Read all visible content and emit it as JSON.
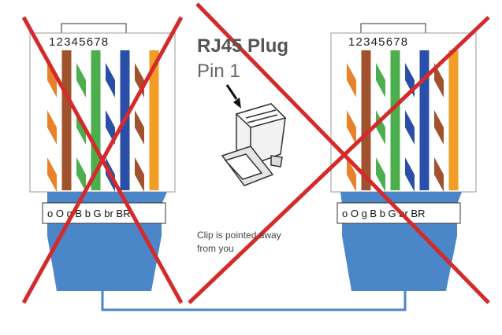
{
  "title": "RJ45 Plug",
  "subtitle": "Pin 1",
  "note": [
    "Clip is pointed away",
    "from you"
  ],
  "pin_numbers": "12345678",
  "left_connector": {
    "wire_order_label": "o O g B b G br BR",
    "wires": [
      {
        "stripe": true,
        "color": "#e8822a"
      },
      {
        "stripe": false,
        "color": "#a0522d"
      },
      {
        "stripe": true,
        "color": "#4cae4c"
      },
      {
        "stripe": false,
        "color": "#4cae4c"
      },
      {
        "stripe": true,
        "color": "#2a4fa8"
      },
      {
        "stripe": false,
        "color": "#2a4fa8"
      },
      {
        "stripe": true,
        "color": "#a0522d"
      },
      {
        "stripe": false,
        "color": "#f39c26"
      }
    ]
  },
  "right_connector": {
    "wire_order_label": "o O g B b G br BR",
    "wires": [
      {
        "stripe": true,
        "color": "#e8822a"
      },
      {
        "stripe": false,
        "color": "#a0522d"
      },
      {
        "stripe": true,
        "color": "#4cae4c"
      },
      {
        "stripe": false,
        "color": "#4cae4c"
      },
      {
        "stripe": true,
        "color": "#2a4fa8"
      },
      {
        "stripe": false,
        "color": "#2a4fa8"
      },
      {
        "stripe": true,
        "color": "#a0522d"
      },
      {
        "stripe": false,
        "color": "#f39c26"
      }
    ]
  },
  "colors": {
    "boot": "#4a86c8",
    "cross": "#d42a2a",
    "cable": "#4a86c8"
  },
  "icons": [
    "arrow-icon",
    "rj45-plug-icon"
  ]
}
